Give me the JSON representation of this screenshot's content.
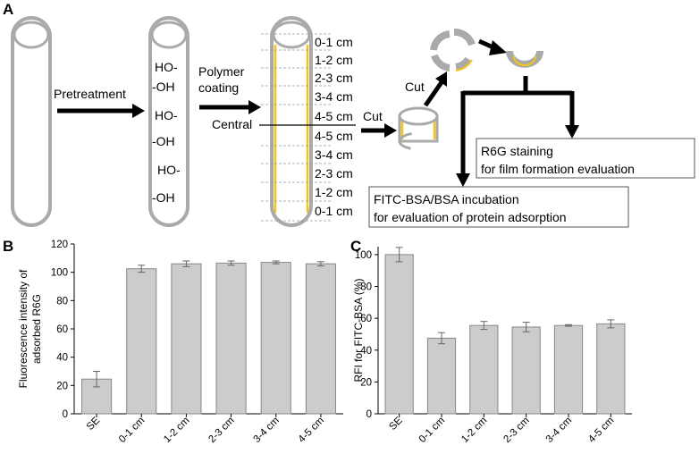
{
  "panels": {
    "a": "A",
    "b": "B",
    "c": "C"
  },
  "diagram": {
    "pretreatment": "Pretreatment",
    "polymer_coating": [
      "Polymer",
      "coating"
    ],
    "central": "Central",
    "cut1": "Cut",
    "cut2": "Cut",
    "hydroxyls": [
      "HO-",
      "-OH",
      "HO-",
      "-OH",
      "HO-",
      "-OH"
    ],
    "segments": [
      "0-1 cm",
      "1-2 cm",
      "2-3 cm",
      "3-4 cm",
      "4-5 cm",
      "4-5 cm",
      "3-4 cm",
      "2-3 cm",
      "1-2 cm",
      "0-1 cm"
    ],
    "r6g_box": [
      "R6G staining",
      "for film formation evaluation"
    ],
    "fitc_box": [
      "FITC-BSA/BSA incubation",
      "for evaluation of protein adsorption"
    ],
    "colors": {
      "tube": "#aaaaaa",
      "coating": "#f5c518"
    }
  },
  "chart_data": [
    {
      "type": "bar",
      "panel": "B",
      "categories": [
        "SE",
        "0-1 cm",
        "1-2 cm",
        "2-3 cm",
        "3-4 cm",
        "4-5 cm"
      ],
      "values": [
        24.5,
        102.5,
        106,
        106.5,
        107,
        106
      ],
      "errors": [
        5.5,
        2.5,
        2,
        1.5,
        1,
        1.5
      ],
      "ylabel": [
        "Fluorescence intensity of",
        "adsorbed R6G"
      ],
      "ylim": [
        0,
        120
      ],
      "yticks": [
        0,
        20,
        40,
        60,
        80,
        100,
        120
      ],
      "bar_color": "#cccccc"
    },
    {
      "type": "bar",
      "panel": "C",
      "categories": [
        "SE",
        "0-1 cm",
        "1-2 cm",
        "2-3 cm",
        "3-4 cm",
        "4-5 cm"
      ],
      "values": [
        100,
        47.5,
        55.5,
        54.5,
        55.5,
        56.5
      ],
      "errors": [
        4.5,
        3.5,
        2.5,
        3,
        0.5,
        2.5
      ],
      "ylabel": [
        "RFI for FITC-BSA (%)"
      ],
      "ylim": [
        0,
        105
      ],
      "yticks": [
        0,
        20,
        40,
        60,
        80,
        100
      ],
      "bar_color": "#cccccc"
    }
  ]
}
